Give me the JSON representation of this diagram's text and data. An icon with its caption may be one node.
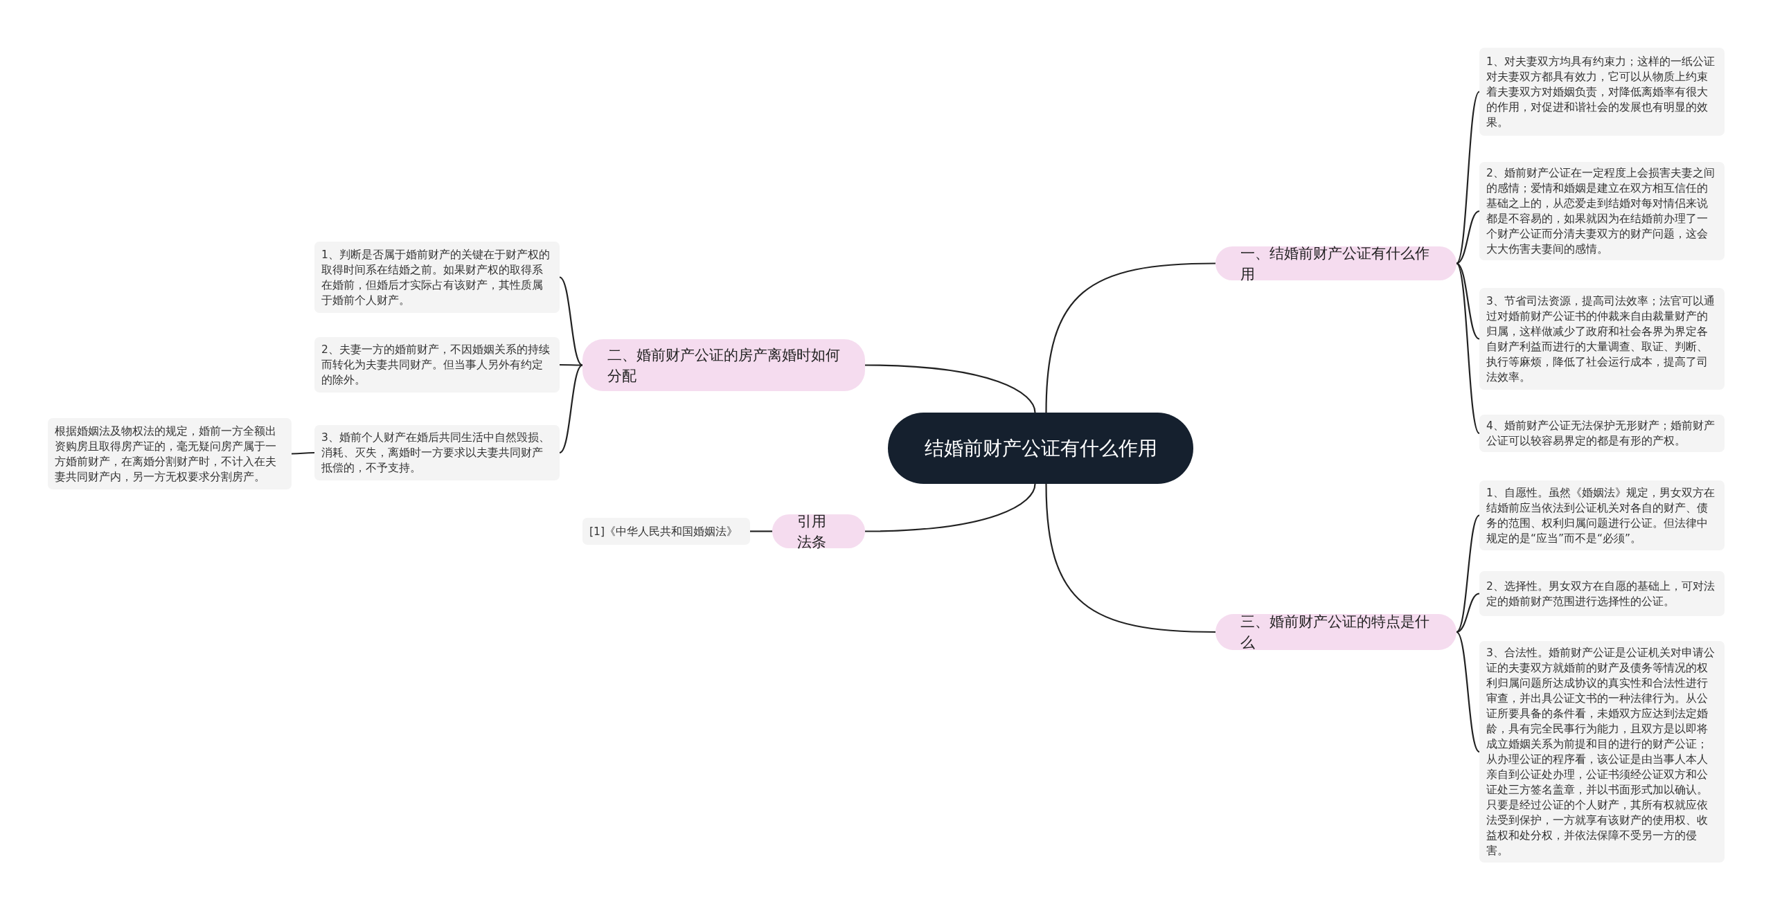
{
  "diagram": {
    "nodes": [
      {
        "text": [
          "结婚前财产公证有什么作用"
        ]
      },
      {
        "text": [
          "一、结婚前财产公证有什么作用"
        ]
      },
      {
        "text": [
          "1、对夫妻双方均具有约束力；这样的一纸公证对夫妻双方都具有效力，它可以从物质上约束着夫妻双方对婚姻负责，对降低离婚率有很大的作用，对促进和谐社会的发展也有明显的效果。"
        ]
      },
      {
        "text": [
          "2、婚前财产公证在一定程度上会损害夫妻之间的感情；爱情和婚姻是建立在双方相互信任的基础之上的，从恋爱走到结婚对每对情侣来说都是不容易的，如果就因为在结婚前办理了一个财产公证而分清夫妻双方的财产问题，这会大大伤害夫妻间的感情。"
        ]
      },
      {
        "text": [
          "3、节省司法资源，提高司法效率；法官可以通过对婚前财产公证书的仲裁来自由裁量财产的归属，这样做减少了政府和社会各界为界定各自财产利益而进行的大量调查、取证、判断、执行等麻烦，降低了社会运行成本，提高了司法效率。"
        ]
      },
      {
        "text": [
          "4、婚前财产公证无法保护无形财产；婚前财产公证可以较容易界定的都是有形的产权。"
        ]
      },
      {
        "text": [
          "二、婚前财产公证的房产离婚时如何分配"
        ]
      },
      {
        "text": [
          "1、判断是否属于婚前财产的关键在于财产权的取得时间系在结婚之前。如果财产权的取得系在婚前，但婚后才实际占有该财产，其性质属于婚前个人财产。"
        ]
      },
      {
        "text": [
          "2、夫妻一方的婚前财产，不因婚姻关系的持续而转化为夫妻共同财产。但当事人另外有约定的除外。"
        ]
      },
      {
        "text": [
          "3、婚前个人财产在婚后共同生活中自然毁损、消耗、灭失，离婚时一方要求以夫妻共同财产抵偿的，不予支持。"
        ]
      },
      {
        "text": [
          "根据婚姻法及物权法的规定，婚前一方全额出资购房且取得房产证的，毫无疑问房产属于一方婚前财产，在离婚分割财产时，不计入在夫妻共同财产内，另一方无权要求分割房产。"
        ]
      },
      {
        "text": [
          "引用法条"
        ]
      },
      {
        "text": [
          "[1]《中华人民共和国婚姻法》"
        ]
      },
      {
        "text": [
          "三、婚前财产公证的特点是什么"
        ]
      },
      {
        "text": [
          "1、自愿性。虽然《婚姻法》规定，男女双方在结婚前应当依法到公证机关对各自的财产、债务的范围、权利归属问题进行公证。但法律中规定的是“应当”而不是“必须”。"
        ]
      },
      {
        "text": [
          "2、选择性。男女双方在自愿的基础上，可对法定的婚前财产范围进行选择性的公证。"
        ]
      },
      {
        "text": [
          "3、合法性。婚前财产公证是公证机关对申请公证的夫妻双方就婚前的财产及债务等情况的权利归属问题所达成协议的真实性和合法性进行审查，并出具公证文书的一种法律行为。从公证所要具备的条件看，未婚双方应达到法定婚龄，具有完全民事行为能力，且双方是以即将成立婚姻关系为前提和目的进行的财产公证；从办理公证的程序看，该公证是由当事人本人亲自到公证处办理，公证书须经公证双方和公证处三方签名盖章，并以书面形式加以确认。只要是经过公证的个人财产，其所有权就应依法受到保护，一方就享有该财产的使用权、收益权和处分权，并依法保障不受另一方的侵害。"
        ]
      }
    ],
    "edges": [
      {
        "from": 0,
        "to": 1,
        "arrow": "none"
      },
      {
        "from": 1,
        "to": 2,
        "arrow": "none"
      },
      {
        "from": 1,
        "to": 3,
        "arrow": "none"
      },
      {
        "from": 1,
        "to": 4,
        "arrow": "none"
      },
      {
        "from": 1,
        "to": 5,
        "arrow": "none"
      },
      {
        "from": 0,
        "to": 6,
        "arrow": "none"
      },
      {
        "from": 6,
        "to": 7,
        "arrow": "none"
      },
      {
        "from": 6,
        "to": 8,
        "arrow": "none"
      },
      {
        "from": 6,
        "to": 9,
        "arrow": "none"
      },
      {
        "from": 9,
        "to": 10,
        "arrow": "none"
      },
      {
        "from": 0,
        "to": 11,
        "arrow": "none"
      },
      {
        "from": 11,
        "to": 12,
        "arrow": "none"
      },
      {
        "from": 0,
        "to": 13,
        "arrow": "none"
      },
      {
        "from": 13,
        "to": 14,
        "arrow": "none"
      },
      {
        "from": 13,
        "to": 15,
        "arrow": "none"
      },
      {
        "from": 13,
        "to": 16,
        "arrow": "none"
      }
    ]
  }
}
